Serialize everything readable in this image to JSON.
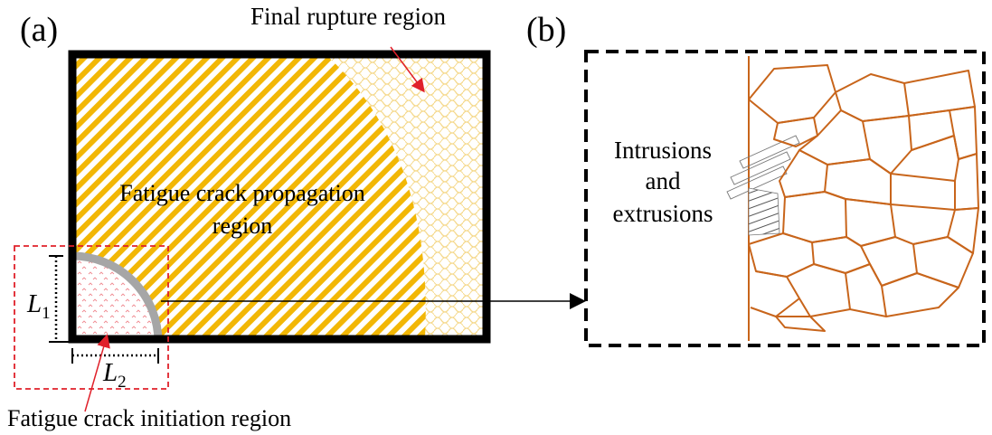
{
  "panel_a": {
    "tag": "(a)",
    "final_rupture_label": "Final rupture  region",
    "propagation_label_line1": "Fatigue crack propagation",
    "propagation_label_line2": "region",
    "initiation_label": "Fatigue crack initiation region",
    "dim_l1": "L",
    "dim_l1_sub": "1",
    "dim_l2": "L",
    "dim_l2_sub": "2"
  },
  "panel_b": {
    "tag": "(b)",
    "intrusions_line1": "Intrusions",
    "intrusions_line2": "and",
    "intrusions_line3": "extrusions"
  },
  "colors": {
    "hatch_yellow": "#f2b705",
    "grain_orange": "#c8651b",
    "initiation_red": "#e0202a",
    "crack_gray": "#a6a6a6",
    "border_black": "#000000",
    "net_yellow": "#f5d98c"
  }
}
